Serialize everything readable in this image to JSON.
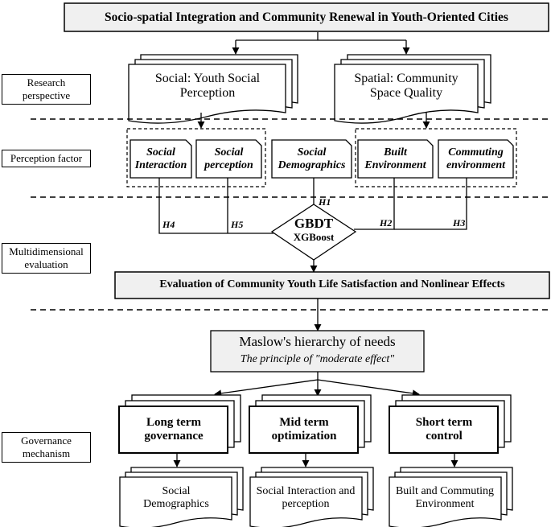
{
  "title": "Socio-spatial Integration and Community Renewal in Youth-Oriented Cities",
  "side_labels": {
    "research": "Research perspective",
    "perception": "Perception factor",
    "evaluation": "Multidimensional evaluation",
    "governance": "Governance mechanism"
  },
  "perspectives": {
    "social": "Social: Youth Social Perception",
    "spatial": "Spatial: Community Space Quality"
  },
  "factors": {
    "social_interaction": "Social Interaction",
    "social_perception": "Social perception",
    "social_demographics": "Social Demographics",
    "built_environment": "Built Environment",
    "commuting_environment": "Commuting environment"
  },
  "hypotheses": {
    "h1": "H1",
    "h2": "H2",
    "h3": "H3",
    "h4": "H4",
    "h5": "H5"
  },
  "model": {
    "line1": "GBDT",
    "line2": "XGBoost"
  },
  "evaluation_box": "Evaluation of Community Youth Life Satisfaction and Nonlinear Effects",
  "maslow": {
    "title": "Maslow's hierarchy of needs",
    "subtitle": "The principle of \"moderate effect\""
  },
  "governance": {
    "long": "Long term governance",
    "mid": "Mid term optimization",
    "short": "Short term control"
  },
  "outcomes": {
    "long": "Social Demographics",
    "mid": "Social Interaction and perception",
    "short": "Built and Commuting Environment"
  }
}
